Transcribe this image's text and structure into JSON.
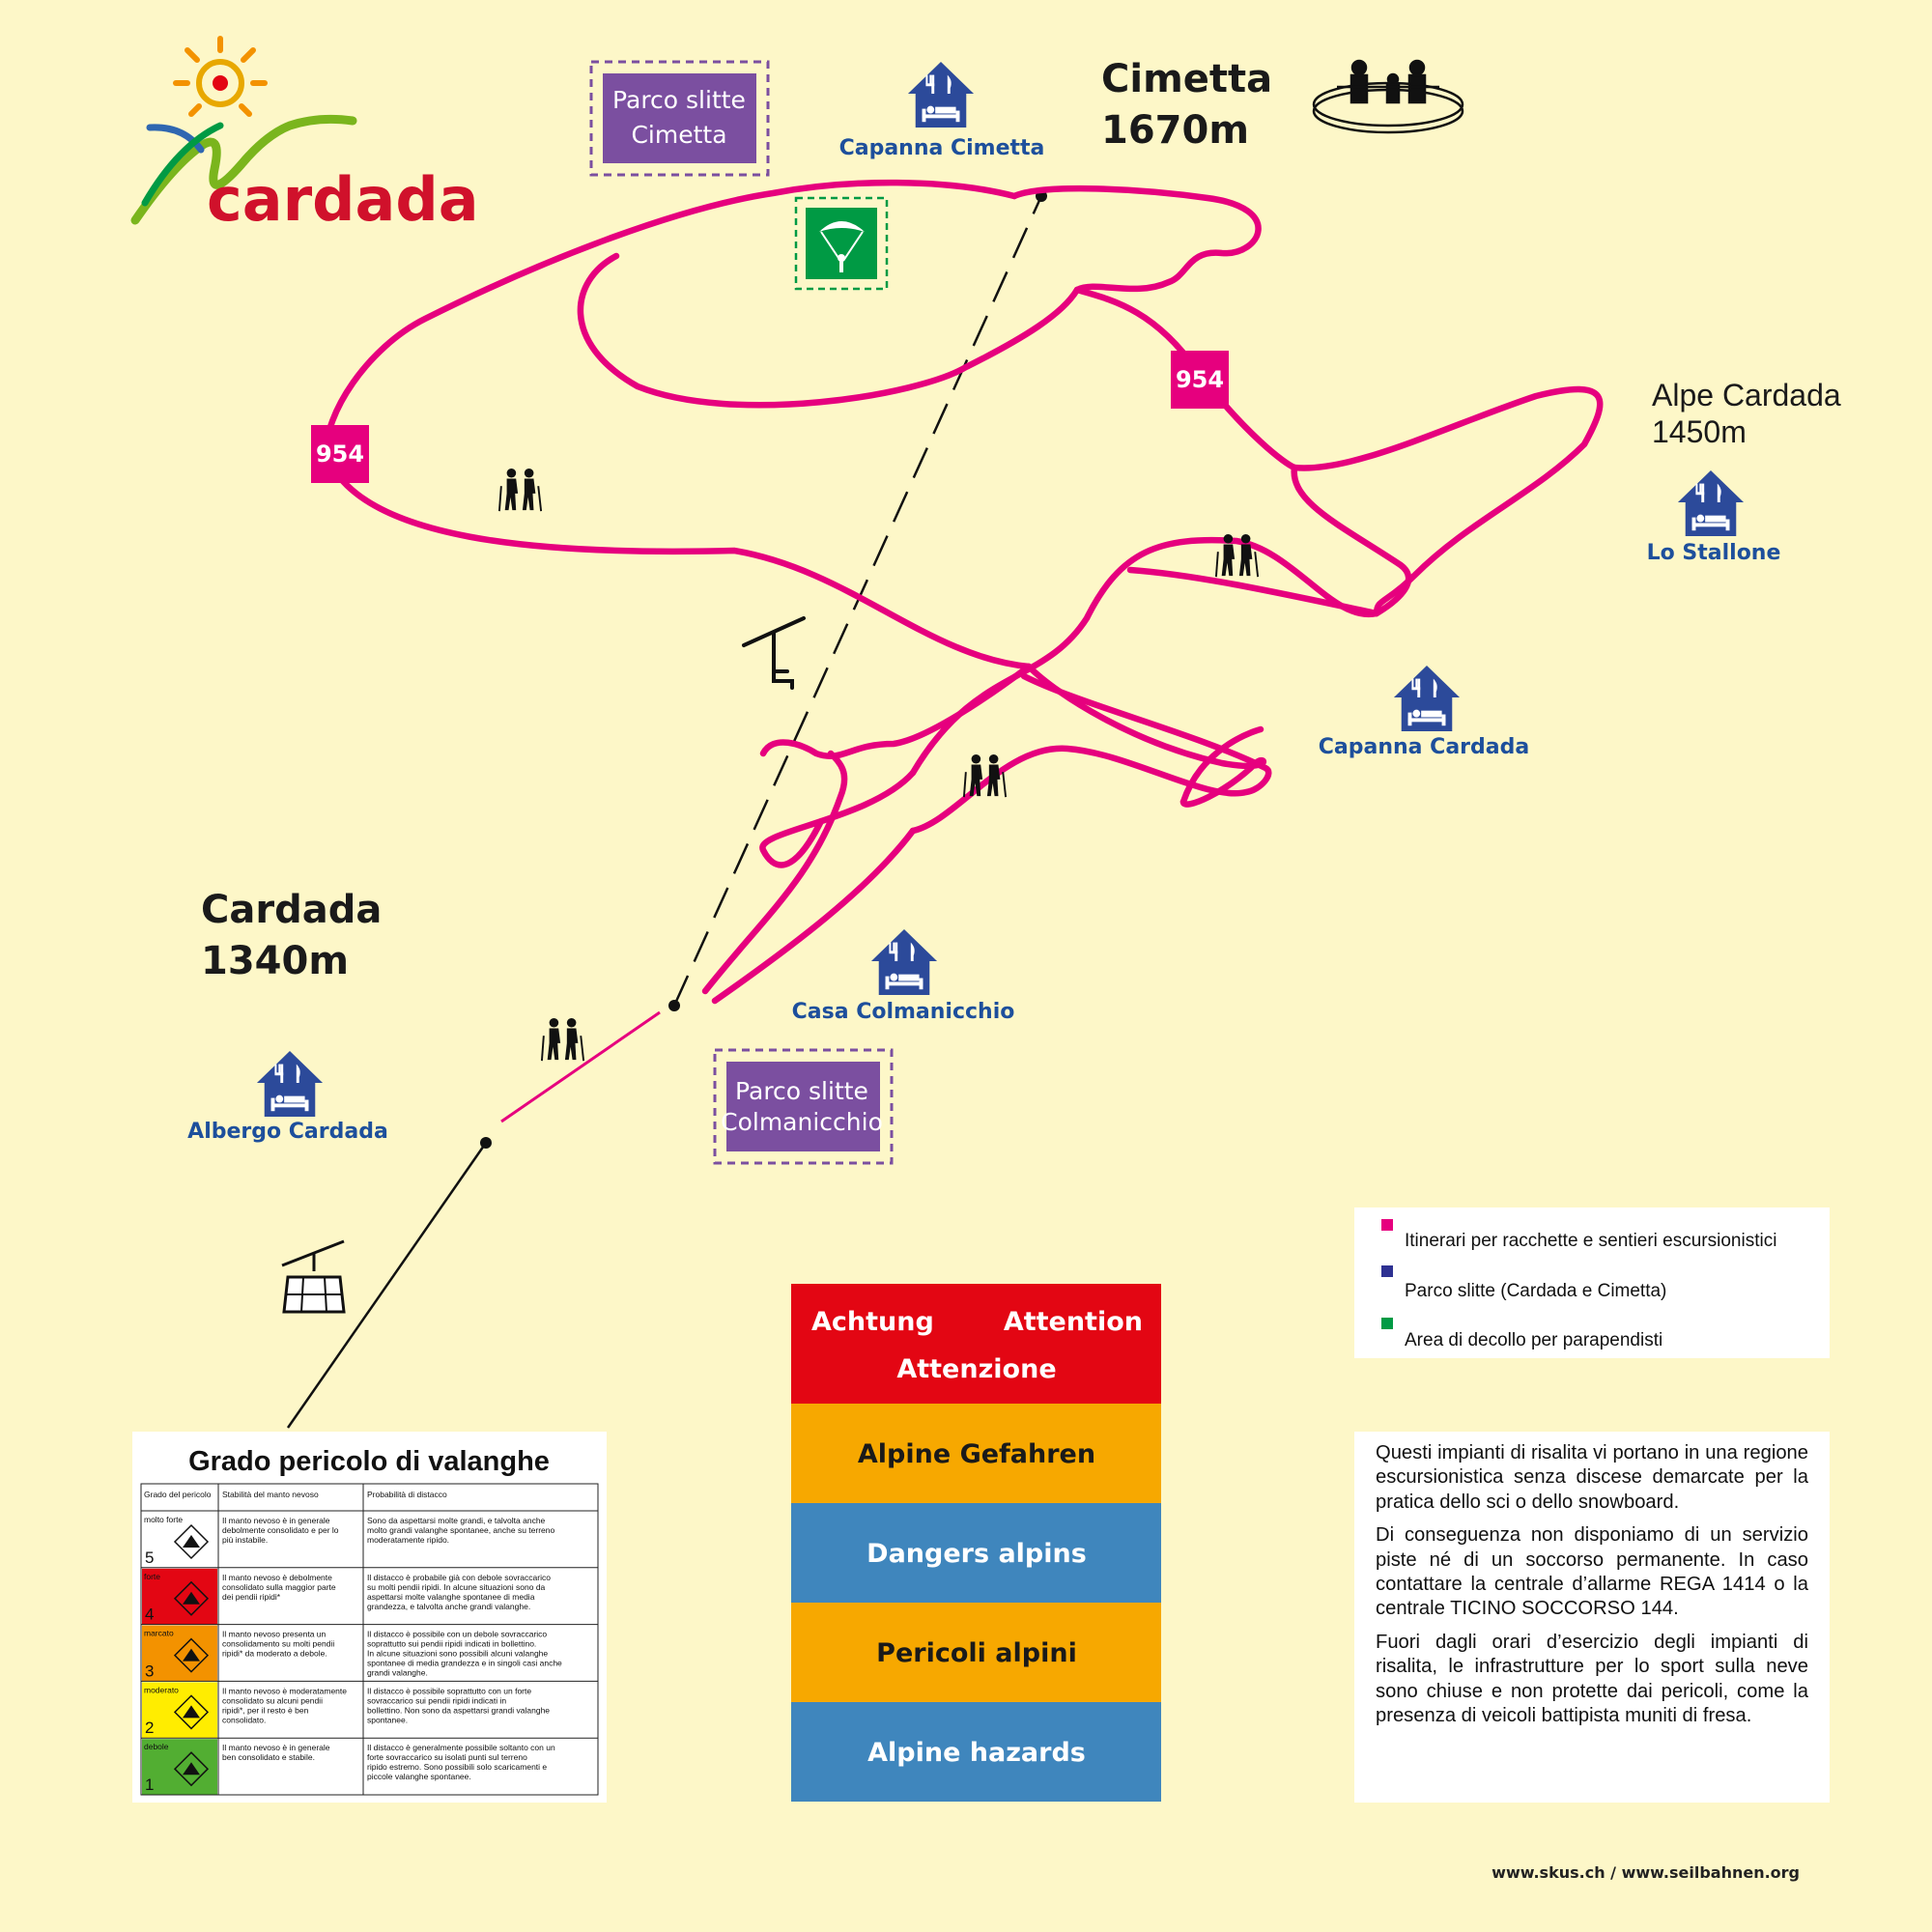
{
  "logo": {
    "text": "cardada"
  },
  "peaks": {
    "cimetta": {
      "name": "Cimetta",
      "altitude": "1670m"
    },
    "cardada": {
      "name": "Cardada",
      "altitude": "1340m"
    },
    "alpe": {
      "name": "Alpe Cardada",
      "altitude": "1450m"
    }
  },
  "huts": {
    "capanna_cimetta": "Capanna Cimetta",
    "lo_stallone": "Lo Stallone",
    "capanna_cardada": "Capanna Cardada",
    "casa_colmanicchio": "Casa Colmanicchio",
    "albergo_cardada": "Albergo Cardada"
  },
  "route_badges": [
    "954",
    "954"
  ],
  "sled_parks": {
    "cimetta": {
      "line1": "Parco slitte",
      "line2": "Cimetta"
    },
    "colmanicchio": {
      "line1": "Parco slitte",
      "line2": "Colmanicchio"
    }
  },
  "legend": {
    "items": [
      {
        "label": "Itinerari per racchette e sentieri escursionistici",
        "color": "#e6007e"
      },
      {
        "label": "Parco slitte (Cardada e Cimetta)",
        "color": "#2e3192"
      },
      {
        "label": "Area di decollo per parapendisti",
        "color": "#009a44"
      }
    ]
  },
  "warning_panel": {
    "header": {
      "left": "Achtung",
      "right": "Attention",
      "center": "Attenzione"
    },
    "rows": [
      {
        "label": "Alpine Gefahren",
        "bg": "#f7a800",
        "fg": "#1a1a1a"
      },
      {
        "label": "Dangers alpins",
        "bg": "#3f86bd",
        "fg": "#ffffff"
      },
      {
        "label": "Pericoli alpini",
        "bg": "#f7a800",
        "fg": "#1a1a1a"
      },
      {
        "label": "Alpine hazards",
        "bg": "#3f86bd",
        "fg": "#ffffff"
      }
    ],
    "header_bg": "#e30613"
  },
  "avalanche": {
    "title": "Grado pericolo di valanghe",
    "headers": {
      "grade": "Grado del pericolo",
      "stability": "Stabilità del manto nevoso",
      "probability": "Probabilità di distacco"
    },
    "levels": [
      {
        "num": "5",
        "name": "molto forte",
        "color": "#ffffff",
        "stability": "Il manto nevoso è in generale debolmente consolidato e per lo più instabile.",
        "probability": "Sono da aspettarsi molte grandi, e talvolta anche molto grandi valanghe spontanee, anche su terreno moderatamente ripido."
      },
      {
        "num": "4",
        "name": "forte",
        "color": "#e30613",
        "stability": "Il manto nevoso è debolmente consolidato sulla maggior parte dei pendii ripidi*",
        "probability": "Il distacco è probabile già con debole sovraccarico su molti pendii ripidi. In alcune situazioni sono da aspettarsi molte valanghe spontanee di media grandezza, e talvolta anche grandi valanghe."
      },
      {
        "num": "3",
        "name": "marcato",
        "color": "#f39200",
        "stability": "Il manto nevoso presenta un consolidamento su molti pendii ripidi* da moderato a debole.",
        "probability": "Il distacco è possibile con un debole sovraccarico soprattutto sui pendii ripidi indicati in bollettino. In alcune situazioni sono possibili alcuni valanghe spontanee di media grandezza e in singoli casi anche grandi valanghe."
      },
      {
        "num": "2",
        "name": "moderato",
        "color": "#ffed00",
        "stability": "Il manto nevoso è moderatamente consolidato su alcuni pendii ripidi*, per il resto è ben consolidato.",
        "probability": "Il distacco è possibile soprattutto con un forte sovraccarico sui pendii ripidi indicati in bollettino. Non sono da aspettarsi grandi valanghe spontanee."
      },
      {
        "num": "1",
        "name": "debole",
        "color": "#52ae32",
        "stability": "Il manto nevoso è in generale ben consolidato e stabile.",
        "probability": "Il distacco è generalmente possibile soltanto con un forte sovraccarico su isolati punti sul terreno ripido estremo. Sono possibili solo scaricamenti e piccole valanghe spontanee."
      }
    ]
  },
  "info_text": {
    "p1": "Questi impianti di risalita vi portano in una regione escursionistica senza discese demarcate per la pratica dello sci o dello snowboard.",
    "p2": "Di conseguenza non disponiamo di un servizio piste né di un soccorso permanente. In caso contattare la centrale d’allarme REGA 1414 o la centrale TICINO SOCCORSO 144.",
    "p3": "Fuori dagli orari d’esercizio degli impianti di risalita, le infrastrutture per lo sport sulla neve sono chiuse e non protette dai pericoli, come la presenza di veicoli battipista muniti di fresa."
  },
  "footer": {
    "urls": "www.skus.ch  /  www.seilbahnen.org"
  },
  "icons": [
    "restaurant-hut-icon",
    "hiker-icon",
    "chairlift-icon",
    "cable-car-icon",
    "paraglider-icon",
    "viewpoint-icon"
  ],
  "colors": {
    "trail": "#e6007e",
    "sled": "#7b4fa0",
    "hut": "#2c4a9a",
    "paraglide": "#009a44",
    "background": "#fdf7c8"
  }
}
